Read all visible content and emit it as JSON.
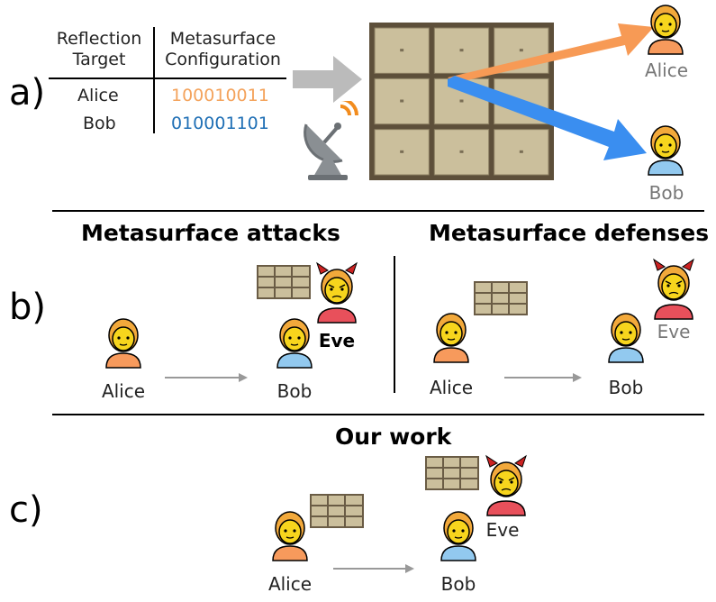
{
  "panel_labels": {
    "a": "a)",
    "b": "b)",
    "c": "c)"
  },
  "table": {
    "headers": [
      [
        "Reflection",
        "Target"
      ],
      [
        "Metasurface",
        "Configuration"
      ]
    ],
    "rows": [
      {
        "target": "Alice",
        "config": "100010011"
      },
      {
        "target": "Bob",
        "config": "010001101"
      }
    ]
  },
  "names": {
    "alice": "Alice",
    "bob": "Bob",
    "eve": "Eve"
  },
  "sections": {
    "attacks": "Metasurface attacks",
    "defenses": "Metasurface defenses",
    "ours": "Our work"
  },
  "colors": {
    "alice_config": "#f4a35c",
    "bob_config": "#1f6fb5",
    "alice_beam": "#f79a55",
    "bob_beam": "#3a8ef0",
    "alice_shirt": "#f79a5c",
    "bob_shirt": "#92c9ef",
    "eve_shirt": "#e8505b",
    "skin": "#f7d51d",
    "hair": "#f2a93b",
    "horns": "#cc2222",
    "tile": "#cbbf9c",
    "grid_arrow": "#999999"
  },
  "icons": [
    "person-icon",
    "devil-icon",
    "satellite-dish-icon",
    "metasurface-icon",
    "arrow-icon"
  ]
}
